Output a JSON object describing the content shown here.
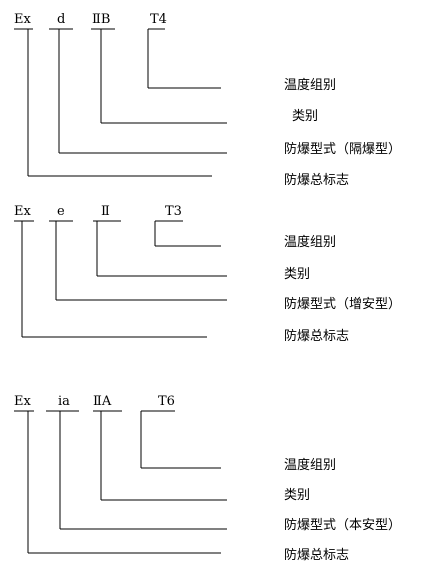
{
  "diagrams": [
    {
      "codes": [
        "Ex",
        "d",
        "ⅡB",
        "T4"
      ],
      "labels": [
        "温度组别",
        "类别",
        "防爆型式（隔爆型）",
        "防爆总标志"
      ]
    },
    {
      "codes": [
        "Ex",
        "e",
        "Ⅱ",
        "T3"
      ],
      "labels": [
        "温度组别",
        "类别",
        "防爆型式（增安型）",
        "防爆总标志"
      ]
    },
    {
      "codes": [
        "Ex",
        "ia",
        "ⅡA",
        "T6"
      ],
      "labels": [
        "温度组别",
        "类别",
        "防爆型式（本安型）",
        "防爆总标志"
      ]
    }
  ]
}
